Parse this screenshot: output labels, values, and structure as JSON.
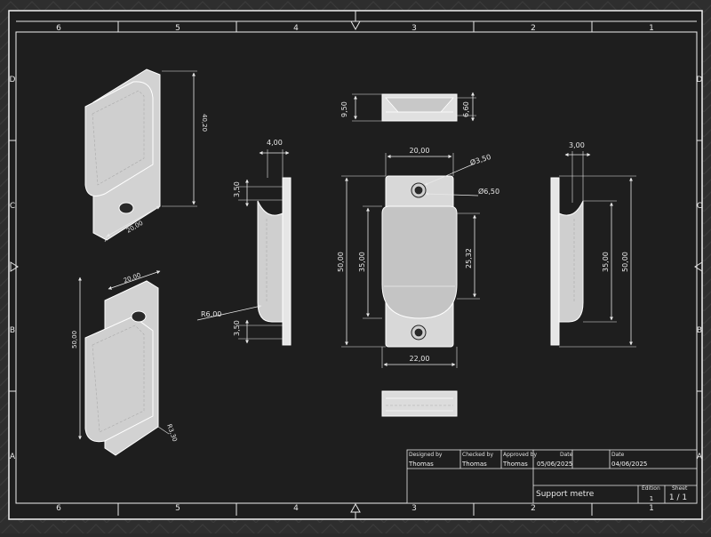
{
  "border": {
    "col_labels": [
      "6",
      "5",
      "4",
      "3",
      "2",
      "1"
    ],
    "row_labels": [
      "D",
      "C",
      "B",
      "A"
    ]
  },
  "dimensions": {
    "iso_top_height": "40,20",
    "iso_top_width": "20,00",
    "iso_bottom_width": "20,00",
    "iso_bottom_height": "50,00",
    "iso_bottom_radius": "R3,30",
    "side_thickness": "4,00",
    "side_upper_offset": "3,50",
    "side_lower_offset": "3,50",
    "side_radius": "R6,00",
    "top_height": "9,50",
    "top_depth": "6,60",
    "front_width_top": "20,00",
    "front_hole_small": "Ø3,50",
    "front_hole_large": "Ø6,50",
    "front_height_total": "50,00",
    "front_height_inner": "35,00",
    "front_height_right": "25,32",
    "front_width_bottom": "22,00",
    "right_thickness": "3,00",
    "right_height_inner": "35,00",
    "right_height_total": "50,00"
  },
  "title_block": {
    "designed_by_label": "Designed by",
    "designed_by": "Thomas",
    "checked_by_label": "Checked by",
    "checked_by": "Thomas",
    "approved_by_label": "Approved by",
    "approved_by": "Thomas",
    "date1_label": "Date",
    "date1": "05/06/2025",
    "date2_label": "Date",
    "date2": "04/06/2025",
    "title": "Support metre",
    "edition_label": "Edition",
    "edition": "1",
    "sheet_label": "Sheet",
    "sheet": "1 / 1"
  },
  "colors": {
    "background": "#2a2a2a",
    "sheet": "#1e1e1e",
    "lines": "#e8e8e8",
    "part_fill": "#d2d2d2"
  }
}
